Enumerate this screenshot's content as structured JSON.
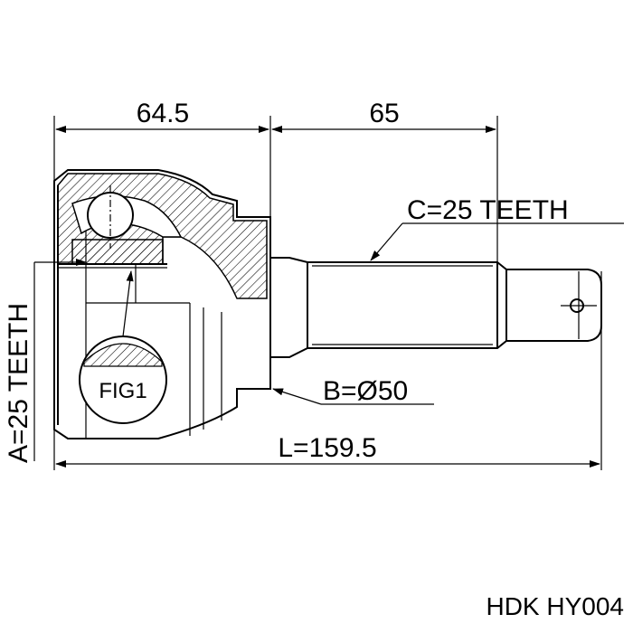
{
  "dimensions": {
    "top_left": "64.5",
    "top_right": "65",
    "spline_c": "C=25 TEETH",
    "spline_a": "A=25 TEETH",
    "diameter_b": "B=Ø50",
    "length_l": "L=159.5"
  },
  "detail_label": "FIG1",
  "part_number": "HDK HY004",
  "colors": {
    "line": "#000000",
    "background": "#ffffff"
  }
}
